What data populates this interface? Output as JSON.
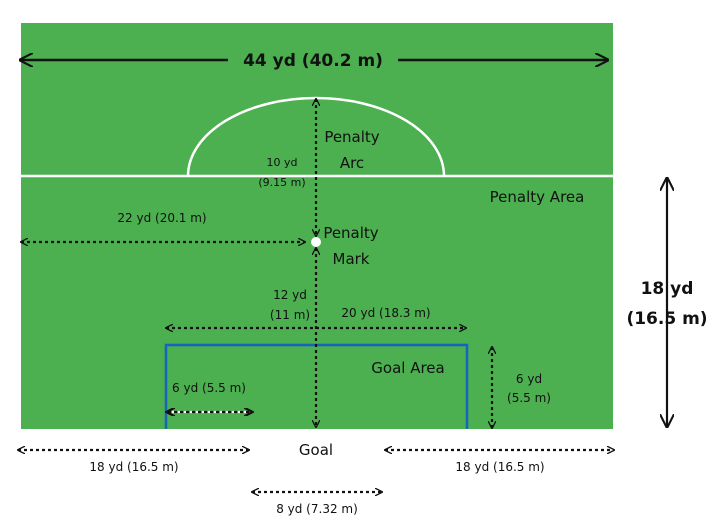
{
  "colors": {
    "pitch": "#4caf50",
    "line": "#ffffff",
    "goal_area": "#1565c0",
    "ink": "#111111",
    "background": "#ffffff"
  },
  "labels": {
    "width_44": "44 yd (40.2 m)",
    "penalty_arc": [
      "Penalty",
      "Arc"
    ],
    "arc_radius": [
      "10 yd",
      "(9.15 m)"
    ],
    "penalty_area": "Penalty Area",
    "mark_from_side": "22 yd (20.1 m)",
    "penalty_mark": [
      "Penalty",
      "Mark"
    ],
    "mark_to_goal": [
      "12 yd",
      "(11 m)"
    ],
    "goal_area_width": "20 yd (18.3 m)",
    "goal_area": "Goal Area",
    "goal_area_depth": [
      "6 yd",
      "(5.5 m)"
    ],
    "goal_area_offset": "6 yd (5.5 m)",
    "area_depth": [
      "18 yd",
      "(16.5 m)"
    ],
    "goal": "Goal",
    "side_left": "18 yd (16.5 m)",
    "side_right": "18 yd (16.5 m)",
    "goal_width": "8 yd (7.32 m)"
  }
}
